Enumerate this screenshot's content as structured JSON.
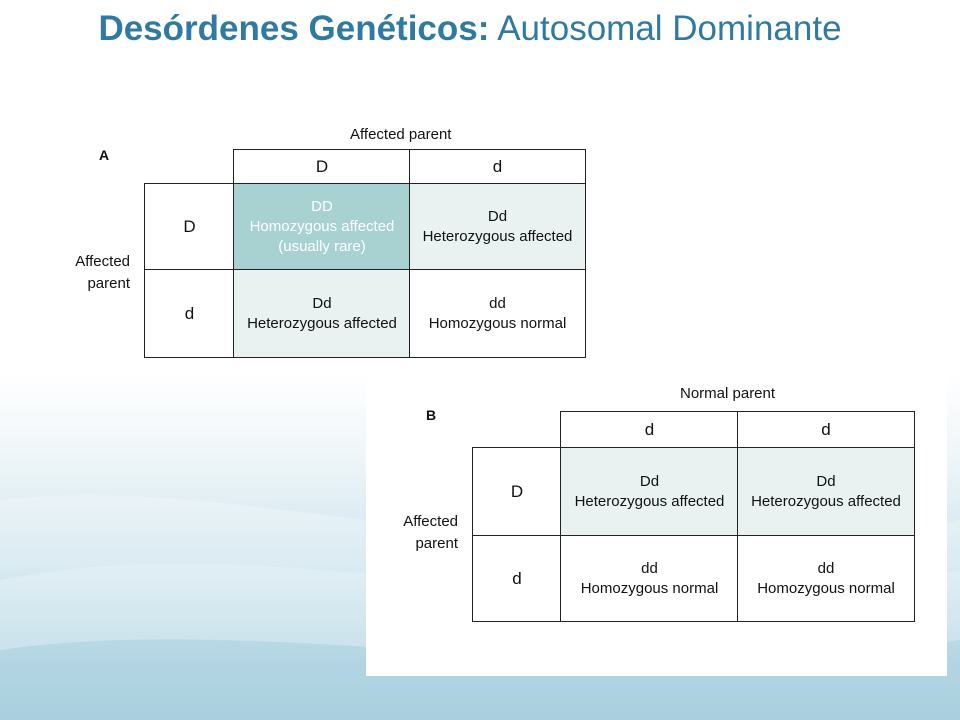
{
  "slide": {
    "title_bold": "Desórdenes Genéticos:",
    "title_rest": " Autosomal Dominante"
  },
  "panel_a": {
    "letter": "A",
    "column_parent_label": "Affected parent",
    "row_parent_label_line1": "Affected",
    "row_parent_label_line2": "parent",
    "column_alleles": [
      "D",
      "d"
    ],
    "row_alleles": [
      "D",
      "d"
    ],
    "cells": [
      {
        "genotype": "DD",
        "line1": "Homozygous affected",
        "line2": "(usually rare)"
      },
      {
        "genotype": "Dd",
        "line1": "Heterozygous affected",
        "line2": ""
      },
      {
        "genotype": "Dd",
        "line1": "Heterozygous affected",
        "line2": ""
      },
      {
        "genotype": "dd",
        "line1": "Homozygous normal",
        "line2": ""
      }
    ]
  },
  "panel_b": {
    "letter": "B",
    "column_parent_label": "Normal parent",
    "row_parent_label_line1": "Affected",
    "row_parent_label_line2": "parent",
    "column_alleles": [
      "d",
      "d"
    ],
    "row_alleles": [
      "D",
      "d"
    ],
    "cells": [
      {
        "genotype": "Dd",
        "line1": "Heterozygous affected"
      },
      {
        "genotype": "Dd",
        "line1": "Heterozygous affected"
      },
      {
        "genotype": "dd",
        "line1": "Homozygous normal"
      },
      {
        "genotype": "dd",
        "line1": "Homozygous normal"
      }
    ]
  },
  "colors": {
    "title": "#2f7aa0",
    "cell_light": "#e9f2f1",
    "cell_dark": "#a8d2d1",
    "background_bottom": "#88bfd4"
  }
}
